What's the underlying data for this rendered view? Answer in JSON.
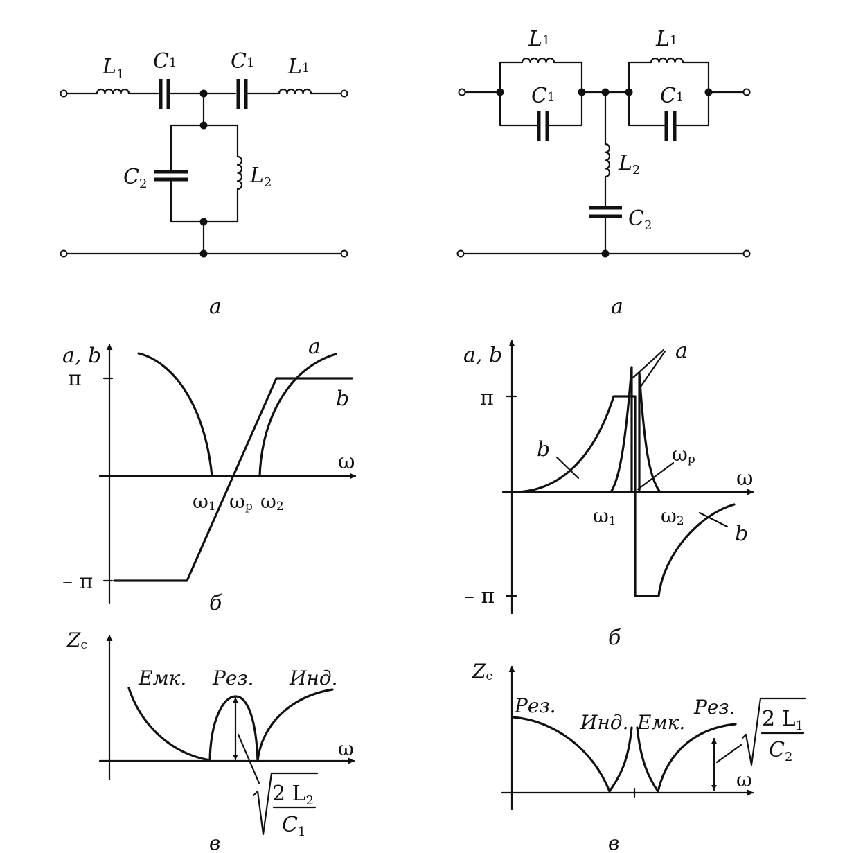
{
  "panel_labels": {
    "left_circuit": "a",
    "right_circuit": "a",
    "left_phase": "б",
    "right_phase": "б",
    "left_impedance": "в",
    "right_impedance": "в"
  },
  "left_circuit": {
    "L1_a": "L",
    "L1_a_sub": "1",
    "C1_a": "C",
    "C1_a_sub": "1",
    "C1_b": "C",
    "C1_b_sub": "1",
    "L1_b": "L",
    "L1_b_sub": "1",
    "C2": "C",
    "C2_sub": "2",
    "L2": "L",
    "L2_sub": "2"
  },
  "right_circuit": {
    "L1_a": "L",
    "L1_a_sub": "1",
    "C1_a": "C",
    "C1_a_sub": "1",
    "L1_b": "L",
    "L1_b_sub": "1",
    "C1_b": "C",
    "C1_b_sub": "1",
    "L2": "L",
    "L2_sub": "2",
    "C2": "C",
    "C2_sub": "2"
  },
  "left_phase": {
    "ylabel": "a, b",
    "pi": "π",
    "minus_pi": "– π",
    "xlabel": "ω",
    "curve_a": "a",
    "curve_b": "b",
    "w1": "ω",
    "w1_sub": "1",
    "wp": "ω",
    "wp_sub": "p",
    "w2": "ω",
    "w2_sub": "2"
  },
  "right_phase": {
    "ylabel": "a, b",
    "pi": "π",
    "minus_pi": "– π",
    "xlabel": "ω",
    "curve_a": "a",
    "curve_b_left": "b",
    "curve_b_right": "b",
    "wp": "ω",
    "wp_sub": "p",
    "w1": "ω",
    "w1_sub": "1",
    "w2": "ω",
    "w2_sub": "2"
  },
  "left_impedance": {
    "ylabel": "Z",
    "ylabel_sub": "c",
    "xlabel": "ω",
    "region_cap": "Емк.",
    "region_res": "Рез.",
    "region_ind": "Инд.",
    "formula_num": "2 L",
    "formula_num_sub": "2",
    "formula_den": "C",
    "formula_den_sub": "1"
  },
  "right_impedance": {
    "ylabel": "Z",
    "ylabel_sub": "c",
    "xlabel": "ω",
    "region_res_left": "Рез.",
    "region_ind": "Инд.",
    "region_cap": "Емк.",
    "region_res_right": "Рез.",
    "formula_num": "2 L",
    "formula_num_sub": "1",
    "formula_den": "C",
    "formula_den_sub": "2"
  }
}
